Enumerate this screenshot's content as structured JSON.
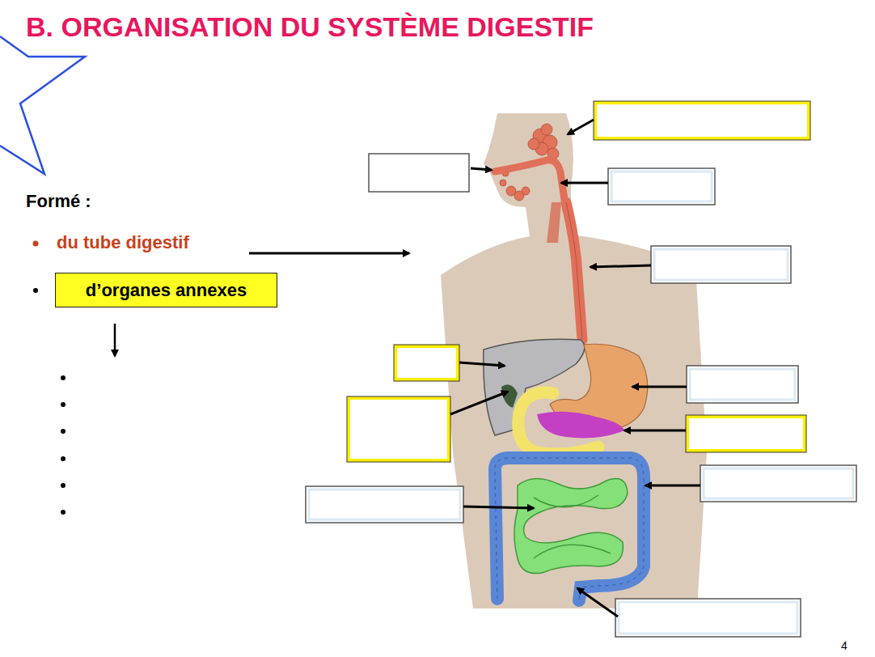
{
  "diagram": {
    "title": "B. ORGANISATION DU SYSTÈME DIGESTIF",
    "nodes": [
      {
        "text": [
          "d’organes annexes"
        ]
      }
    ],
    "labels": [
      "Formé :",
      "du tube digestif",
      "4"
    ]
  }
}
